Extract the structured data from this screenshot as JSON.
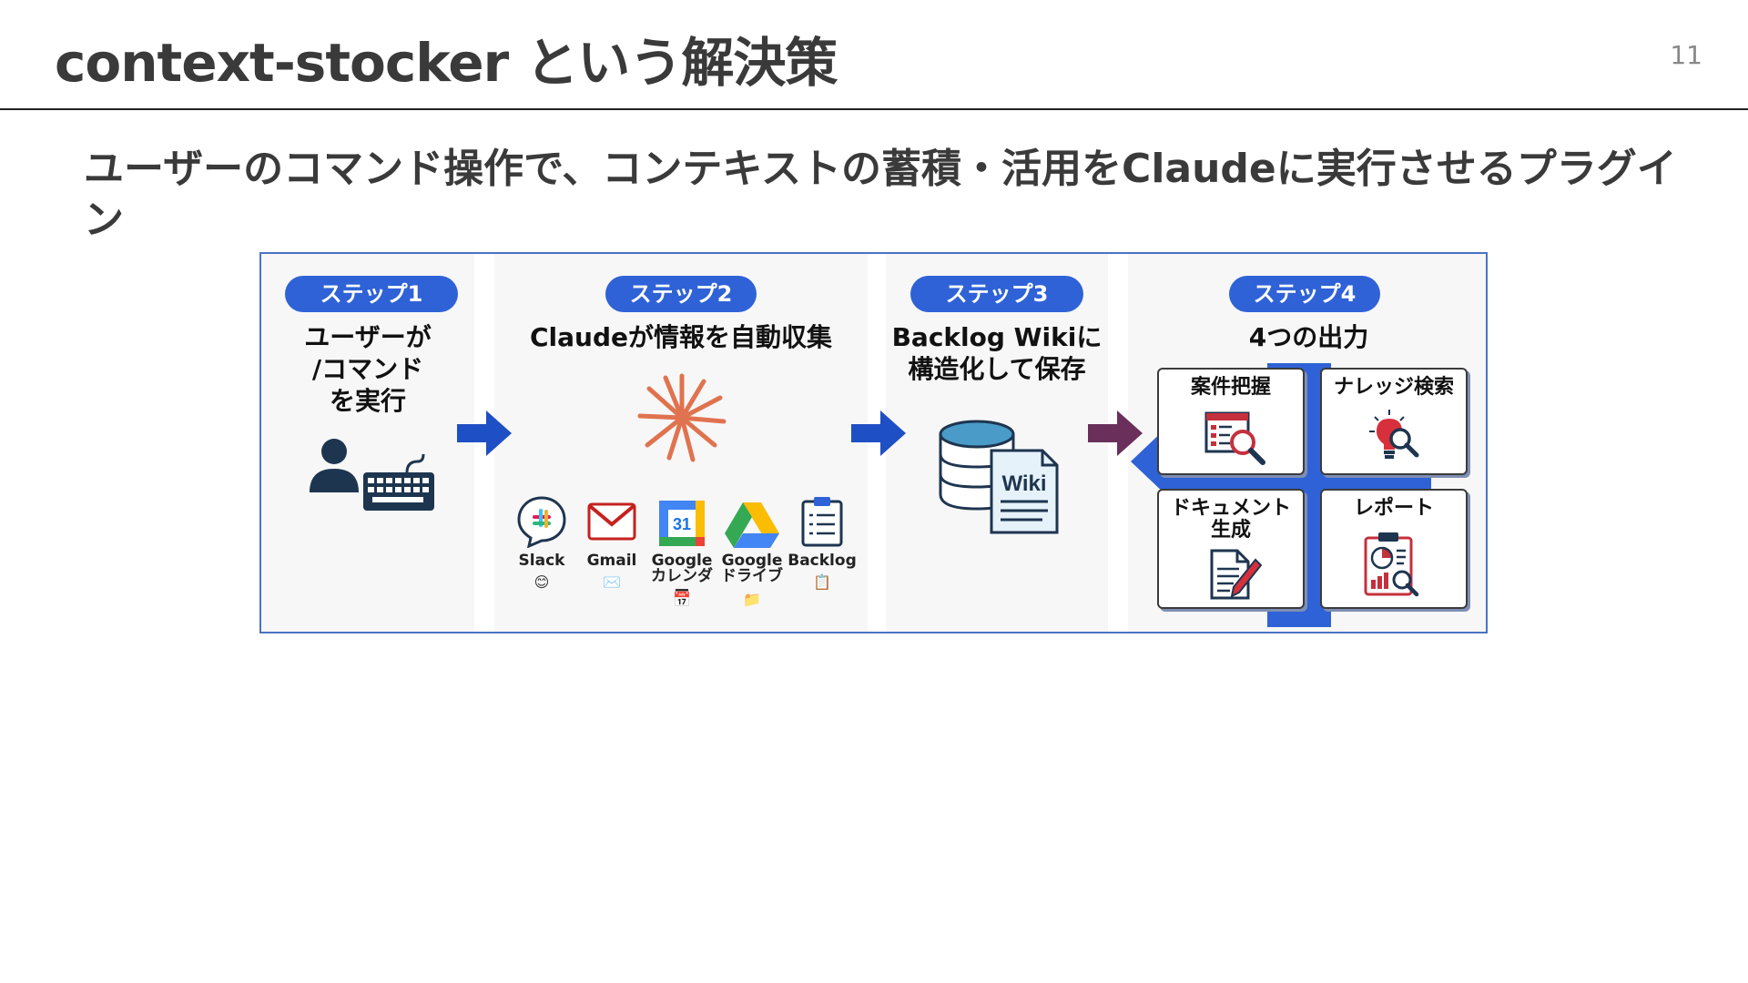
{
  "header": {
    "title": "context-stocker という解決策",
    "page_number": "11"
  },
  "subtitle": "ユーザーのコマンド操作で、コンテキストの蓄積・活用をClaudeに実行させるプラグイン",
  "diagram": {
    "steps": [
      {
        "pill": "ステップ1",
        "heading_lines": [
          "ユーザーが",
          "/コマンド",
          "を実行"
        ]
      },
      {
        "pill": "ステップ2",
        "heading_lines": [
          "Claudeが情報を自動収集"
        ]
      },
      {
        "pill": "ステップ3",
        "heading_lines": [
          "Backlog Wikiに",
          "構造化して保存"
        ]
      },
      {
        "pill": "ステップ4",
        "heading_lines": [
          "4つの出力"
        ]
      }
    ],
    "services": [
      {
        "label_lines": [
          "Slack"
        ],
        "emoji": "😊",
        "icon": "slack-icon"
      },
      {
        "label_lines": [
          "Gmail"
        ],
        "emoji": "✉️",
        "icon": "gmail-icon"
      },
      {
        "label_lines": [
          "Google",
          "カレンダー"
        ],
        "emoji": "📅",
        "icon": "google-calendar-icon"
      },
      {
        "label_lines": [
          "Google",
          "ドライブ"
        ],
        "emoji": "📁",
        "icon": "google-drive-icon"
      },
      {
        "label_lines": [
          "Backlog"
        ],
        "emoji": "📋",
        "icon": "backlog-icon"
      }
    ],
    "calendar_day": "31",
    "wiki_label": "Wiki",
    "outputs": [
      {
        "label_lines": [
          "案件把握"
        ],
        "icon": "document-search-icon"
      },
      {
        "label_lines": [
          "ナレッジ検索"
        ],
        "icon": "lightbulb-search-icon"
      },
      {
        "label_lines": [
          "ドキュメント",
          "生成"
        ],
        "icon": "document-pen-icon"
      },
      {
        "label_lines": [
          "レポート"
        ],
        "icon": "report-clipboard-icon"
      }
    ],
    "colors": {
      "pill": "#2f62d6",
      "arrow_blue": "#1f4fc4",
      "arrow_purple": "#6b2f5c",
      "claude_orange": "#e0734f",
      "navy": "#1e3550"
    }
  }
}
